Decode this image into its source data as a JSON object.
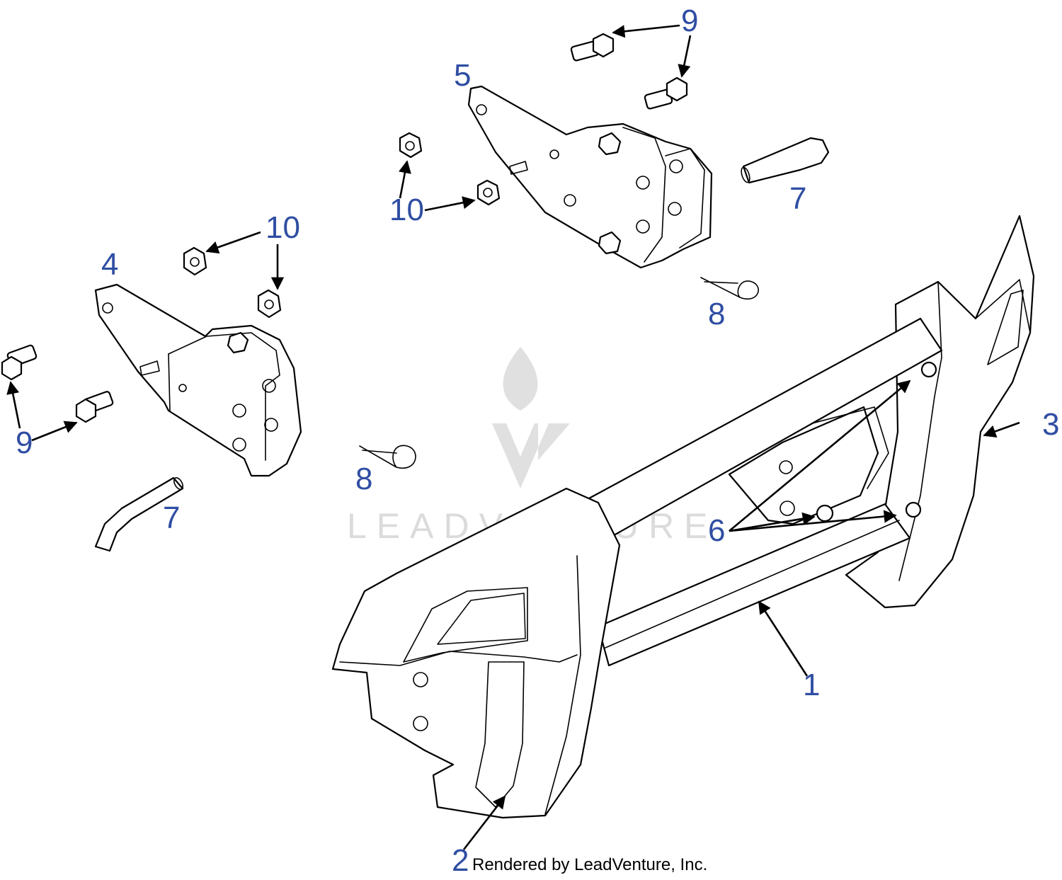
{
  "diagram": {
    "callouts": [
      "9",
      "5",
      "10",
      "7",
      "10",
      "4",
      "8",
      "9",
      "3",
      "8",
      "7",
      "6",
      "1",
      "2"
    ],
    "watermark_text": "LEADVENTURE",
    "credit": "Rendered by LeadVenture, Inc.",
    "callout_color": "#2f4ea3"
  }
}
